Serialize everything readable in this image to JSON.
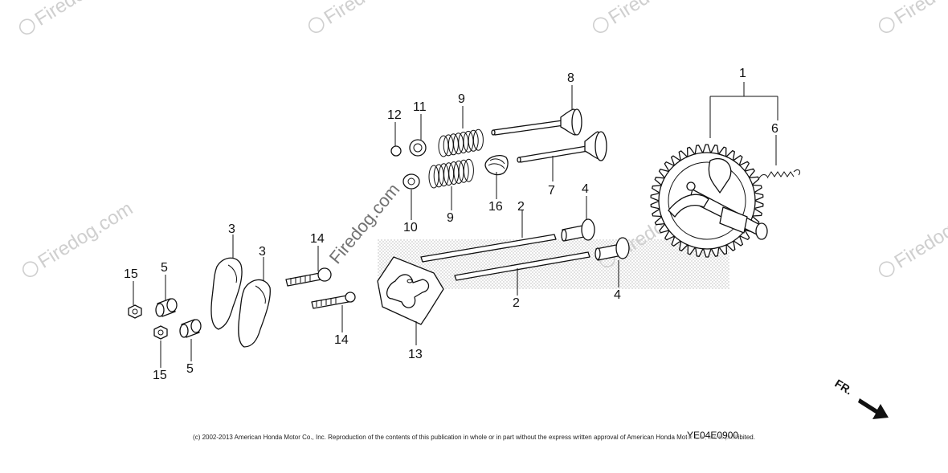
{
  "callouts": {
    "c1": "1",
    "c2a": "2",
    "c2b": "2",
    "c3a": "3",
    "c3b": "3",
    "c4a": "4",
    "c4b": "4",
    "c5a": "5",
    "c5b": "5",
    "c6": "6",
    "c7": "7",
    "c8": "8",
    "c9a": "9",
    "c9b": "9",
    "c10": "10",
    "c11": "11",
    "c12": "12",
    "c13": "13",
    "c14a": "14",
    "c14b": "14",
    "c15a": "15",
    "c15b": "15",
    "c16": "16"
  },
  "watermark": {
    "text": "Firedog.com",
    "center_text": "Firedog.com"
  },
  "direction_marker": {
    "label": "FR."
  },
  "drawing_code": "YE04E0900",
  "copyright": "(c) 2002-2013 American Honda Motor Co., Inc. Reproduction of the contents of this publication in whole or in part without the express written approval of American Honda Motor Co., Inc is prohibited."
}
